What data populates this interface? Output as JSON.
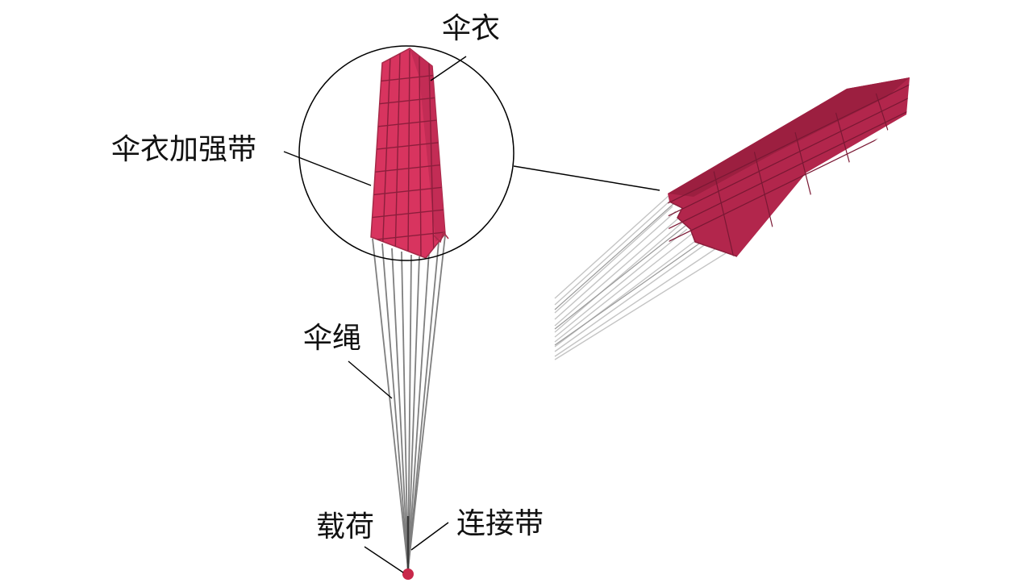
{
  "labels": {
    "canopy": "伞衣",
    "canopy_reinforcement": "伞衣加强带",
    "suspension_lines": "伞绳",
    "payload": "载荷",
    "connector_strap": "连接带"
  },
  "colors": {
    "canopy_fabric": "#d8345f",
    "canopy_fabric_dark": "#a52a48",
    "reinforcement_band": "#8c1e3c",
    "suspension_line": "#808080",
    "zoom_line": "#c8c8c8",
    "leader_line": "#000000",
    "payload": "#c8284a"
  },
  "icons": {
    "detail_view": "magnifier-circle"
  }
}
